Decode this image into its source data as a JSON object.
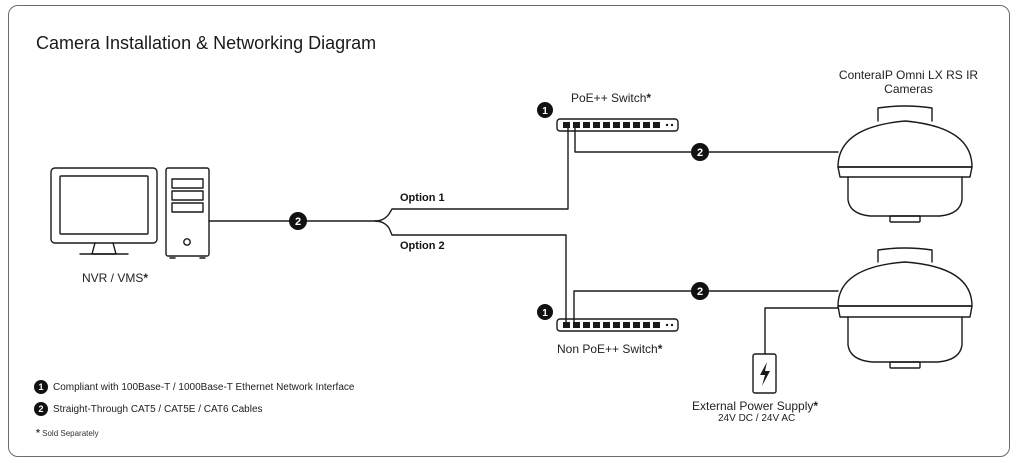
{
  "title": "Camera Installation & Networking Diagram",
  "nodes": {
    "nvr_label": "NVR / VMS",
    "camera_label_line1": "ConteraIP Omni LX RS IR",
    "camera_label_line2": "Cameras",
    "poe_switch_label": "PoE++ Switch",
    "non_poe_switch_label": "Non PoE++ Switch",
    "power_supply_label": "External Power Supply",
    "power_supply_sub": "24V DC / 24V AC",
    "sold_separately_mark": "*"
  },
  "options": {
    "option1": "Option 1",
    "option2": "Option 2"
  },
  "badges": {
    "one": "1",
    "two": "2"
  },
  "legend": {
    "item1_badge": "1",
    "item1_text": "Compliant with 100Base-T / 1000Base-T Ethernet Network Interface",
    "item2_badge": "2",
    "item2_text": "Straight-Through CAT5 / CAT5E / CAT6 Cables",
    "footnote_mark": "*",
    "footnote_text": "Sold Separately"
  },
  "colors": {
    "line": "#1a1a1a",
    "frame": "#6b6b6b",
    "badge_fill": "#111111"
  }
}
